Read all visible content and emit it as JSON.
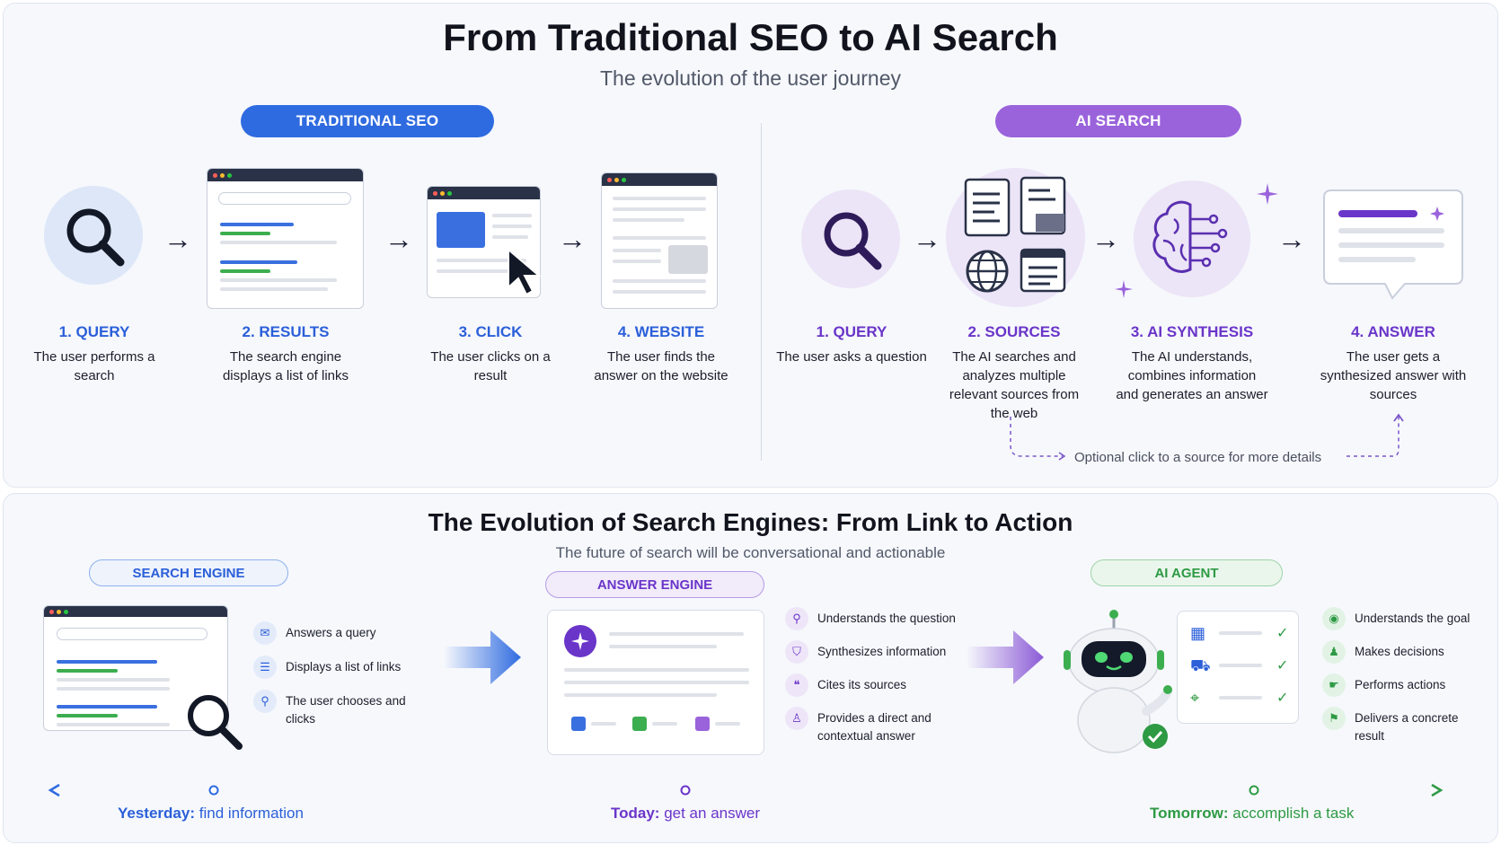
{
  "top": {
    "title": "From Traditional SEO to AI Search",
    "subtitle": "The evolution of the user journey",
    "seo": {
      "label": "TRADITIONAL SEO",
      "steps": [
        {
          "title": "1. QUERY",
          "desc": "The user performs a search"
        },
        {
          "title": "2. RESULTS",
          "desc": "The search engine displays a list of links"
        },
        {
          "title": "3. CLICK",
          "desc": "The user clicks on a result"
        },
        {
          "title": "4. WEBSITE",
          "desc": "The user finds the answer on the website"
        }
      ]
    },
    "ai": {
      "label": "AI SEARCH",
      "steps": [
        {
          "title": "1. QUERY",
          "desc": "The user asks a question"
        },
        {
          "title": "2. SOURCES",
          "desc": "The AI searches and analyzes multiple relevant sources from the web"
        },
        {
          "title": "3. AI SYNTHESIS",
          "desc": "The AI understands, combines information and generates an answer"
        },
        {
          "title": "4. ANSWER",
          "desc": "The user gets a synthesized answer with sources"
        }
      ],
      "optional_note": "Optional click to a source for more details"
    },
    "colors": {
      "seo": "#2f6be0",
      "ai": "#9a63db"
    }
  },
  "bottom": {
    "title": "The Evolution of Search Engines: From Link to Action",
    "subtitle": "The future of search will be conversational and actionable",
    "search_engine": {
      "label": "SEARCH ENGINE",
      "features": [
        "Answers a query",
        "Displays a list of links",
        "The user chooses and clicks"
      ]
    },
    "answer_engine": {
      "label": "ANSWER ENGINE",
      "features": [
        "Understands the question",
        "Synthesizes information",
        "Cites its sources",
        "Provides a direct and contextual answer"
      ]
    },
    "ai_agent": {
      "label": "AI AGENT",
      "features": [
        "Understands the goal",
        "Makes decisions",
        "Performs actions",
        "Delivers a concrete result"
      ]
    },
    "timeline": {
      "yesterday": {
        "bold": "Yesterday:",
        "text": "find information"
      },
      "today": {
        "bold": "Today:",
        "text": "get an answer"
      },
      "tomorrow": {
        "bold": "Tomorrow:",
        "text": "accomplish a task"
      }
    },
    "colors": {
      "search": "#2f6be0",
      "answer": "#6a35c9",
      "agent": "#2e9a44"
    }
  }
}
